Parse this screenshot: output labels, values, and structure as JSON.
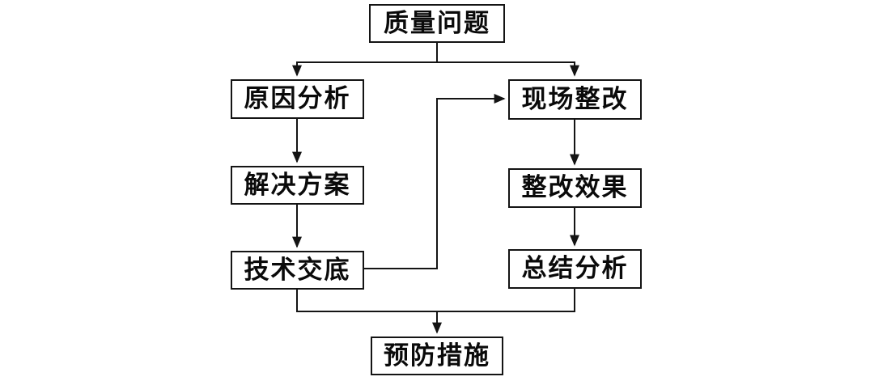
{
  "diagram": {
    "type": "flowchart",
    "background_color": "#ffffff",
    "line_color": "#141414",
    "box_fill_color": "#ffffff",
    "text_color": "#0a0a0a",
    "nodes": {
      "quality_problem": {
        "label": "质量问题"
      },
      "cause_analysis": {
        "label": "原因分析"
      },
      "solution_plan": {
        "label": "解决方案"
      },
      "technical_disclosure": {
        "label": "技术交底"
      },
      "site_rectification": {
        "label": "现场整改"
      },
      "rectification_effect": {
        "label": "整改效果"
      },
      "summary_analysis": {
        "label": "总结分析"
      },
      "preventive_measures": {
        "label": "预防措施"
      }
    },
    "edges": [
      {
        "from": "质量问题",
        "to": "原因分析",
        "arrow": true
      },
      {
        "from": "质量问题",
        "to": "现场整改",
        "arrow": true
      },
      {
        "from": "原因分析",
        "to": "解决方案",
        "arrow": true
      },
      {
        "from": "解决方案",
        "to": "技术交底",
        "arrow": true
      },
      {
        "from": "技术交底",
        "to": "现场整改",
        "arrow": true
      },
      {
        "from": "现场整改",
        "to": "整改效果",
        "arrow": true
      },
      {
        "from": "整改效果",
        "to": "总结分析",
        "arrow": true
      },
      {
        "from": "技术交底",
        "to": "预防措施",
        "arrow": true
      },
      {
        "from": "总结分析",
        "to": "预防措施",
        "arrow": true
      }
    ]
  }
}
